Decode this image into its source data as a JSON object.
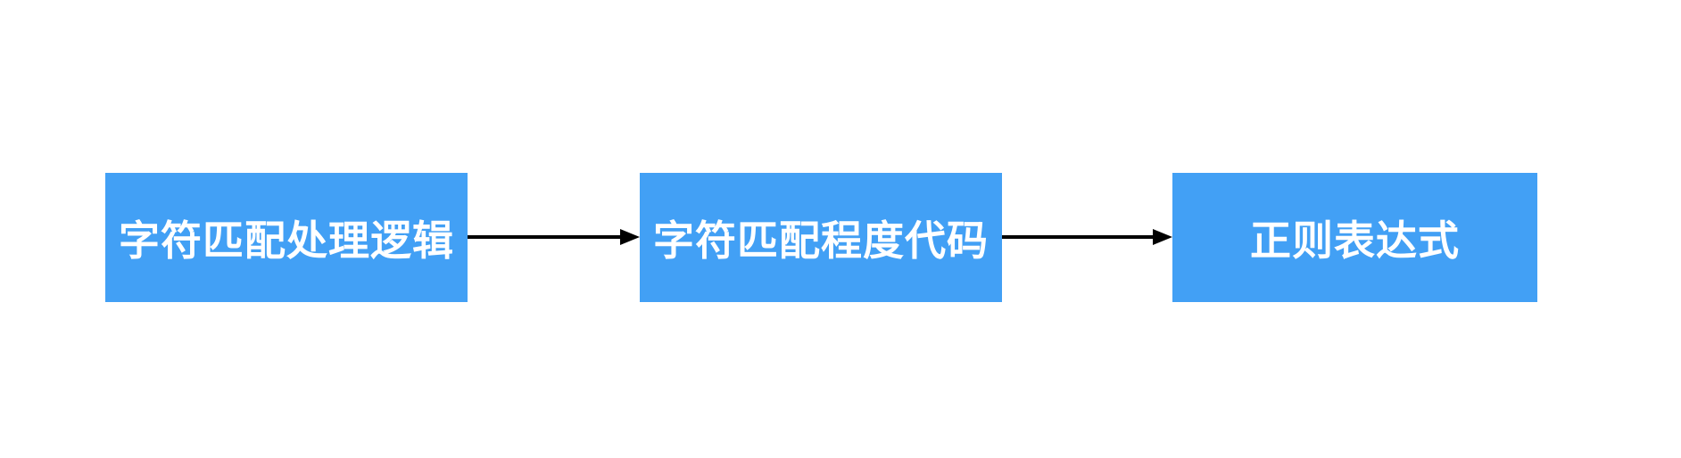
{
  "diagram": {
    "type": "flowchart",
    "direction": "left-to-right",
    "colors": {
      "background": "#ffffff",
      "node_fill": "#42a0f5",
      "node_text": "#ffffff",
      "arrow": "#000000"
    },
    "nodes": [
      {
        "id": "node-1",
        "label": "字符匹配处理逻辑"
      },
      {
        "id": "node-2",
        "label": "字符匹配程度代码"
      },
      {
        "id": "node-3",
        "label": "正则表达式"
      }
    ],
    "edges": [
      {
        "from": "node-1",
        "to": "node-2",
        "style": "solid-arrow"
      },
      {
        "from": "node-2",
        "to": "node-3",
        "style": "solid-arrow"
      }
    ]
  }
}
